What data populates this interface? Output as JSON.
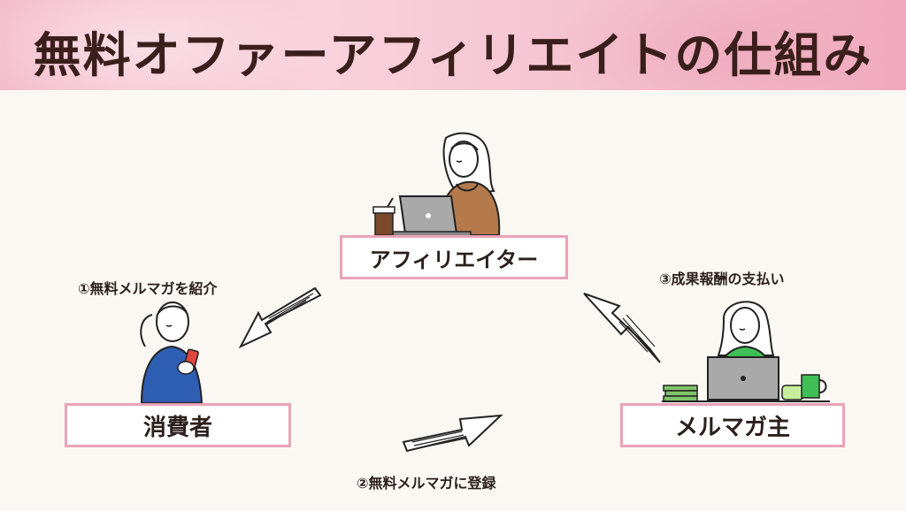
{
  "header": {
    "title": "無料オファーアフィリエイトの仕組み"
  },
  "nodes": {
    "affiliator": "アフィリエイター",
    "consumer": "消費者",
    "mailer": "メルマガ主"
  },
  "steps": {
    "step1": "①無料メルマガを紹介",
    "step2": "②無料メルマガに登録",
    "step3": "③成果報酬の支払い"
  },
  "colors": {
    "banner_pink": "#f3b9c9",
    "box_border": "#eaa3b8",
    "sweater_brown": "#b47a4c",
    "shirt_blue": "#2f5fb3",
    "shirt_green": "#3fbf55",
    "phone_red": "#e0463a"
  }
}
